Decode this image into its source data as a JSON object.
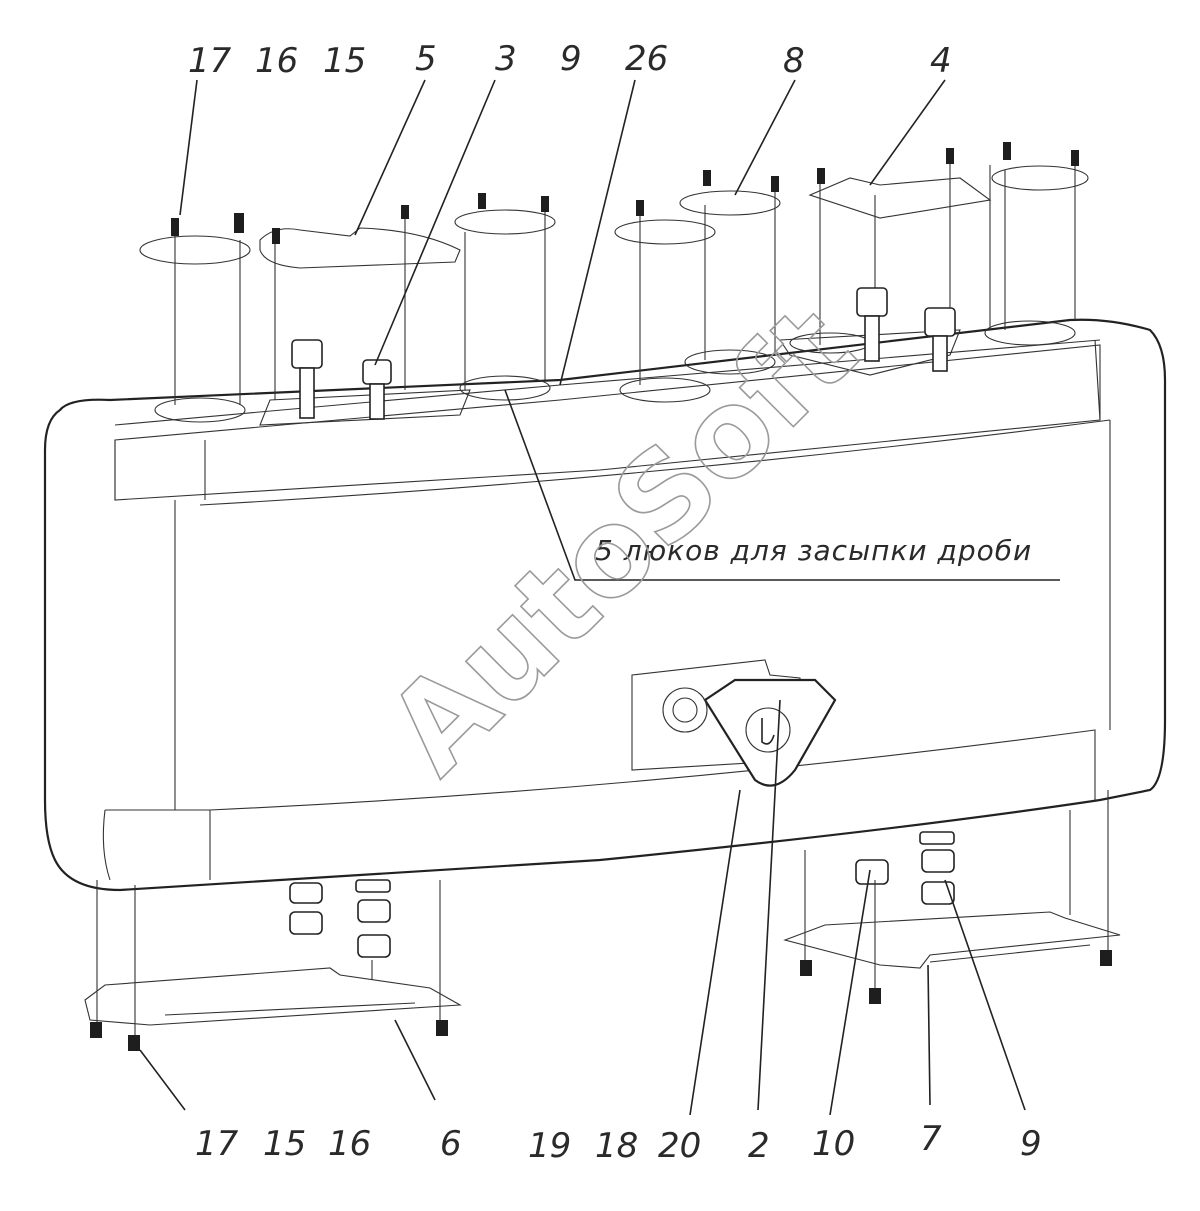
{
  "callouts_top": [
    "17",
    "16",
    "15",
    "5",
    "3",
    "9",
    "26",
    "8",
    "4"
  ],
  "callouts_bottom": [
    "17",
    "15",
    "16",
    "6",
    "19",
    "18",
    "20",
    "2",
    "10",
    "7",
    "9"
  ],
  "note": "5 люков для засыпки дроби",
  "watermark": "AutoSoft"
}
